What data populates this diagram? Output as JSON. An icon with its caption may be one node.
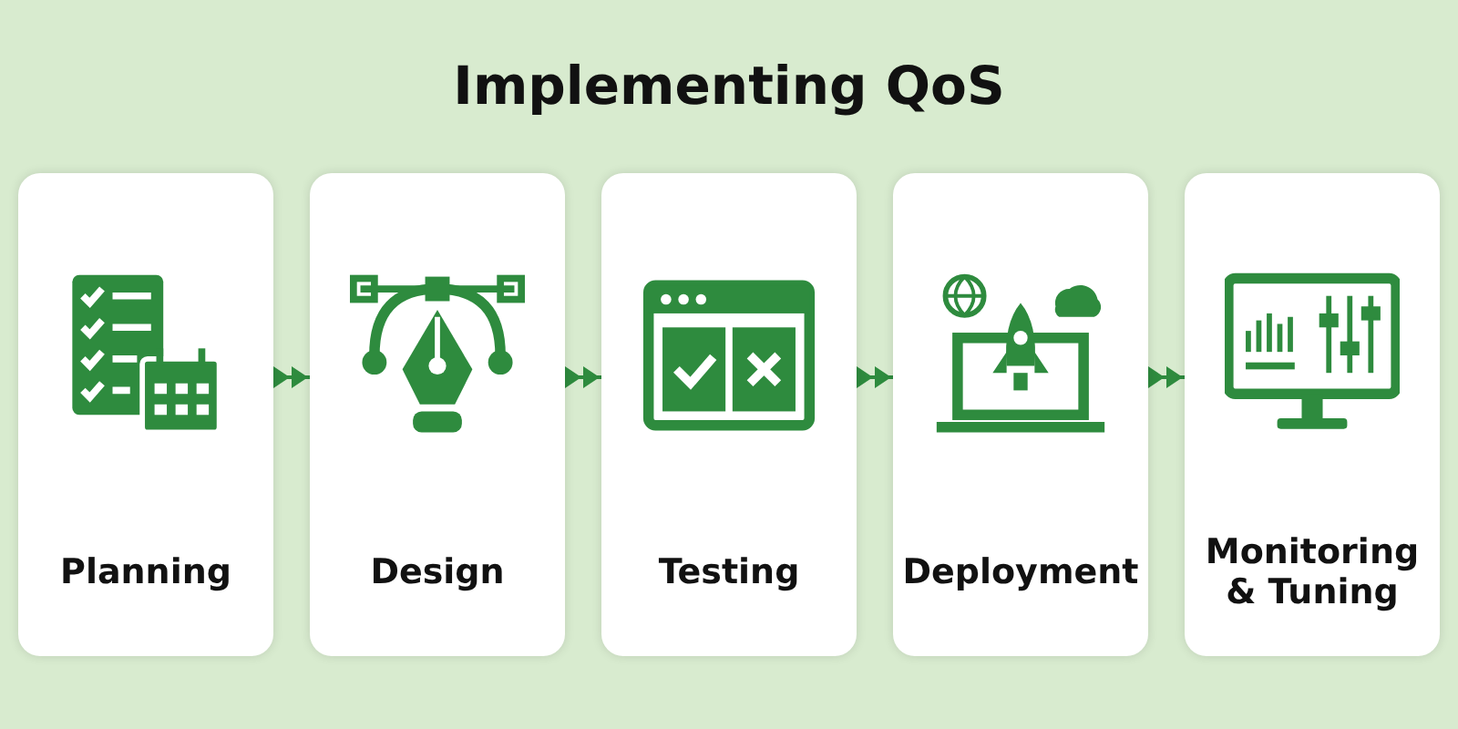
{
  "diagram": {
    "title": "Implementing QoS",
    "nodes": [
      {
        "text": [
          "Planning"
        ]
      },
      {
        "text": [
          "Design"
        ]
      },
      {
        "text": [
          "Testing"
        ]
      },
      {
        "text": [
          "Deployment"
        ]
      },
      {
        "text": [
          "Monitoring & Tuning"
        ]
      }
    ],
    "edges": [
      {
        "from": 0,
        "to": 1,
        "arrow": "to"
      },
      {
        "from": 1,
        "to": 2,
        "arrow": "to"
      },
      {
        "from": 2,
        "to": 3,
        "arrow": "to"
      },
      {
        "from": 3,
        "to": 4,
        "arrow": "to"
      }
    ]
  }
}
